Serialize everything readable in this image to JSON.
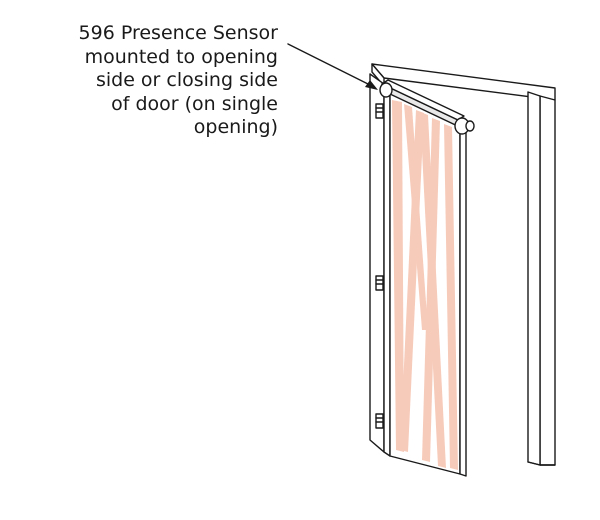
{
  "callout": {
    "lines": [
      "596 Presence Sensor",
      "mounted to opening",
      "side or closing side",
      "of door (on single",
      "opening)"
    ]
  },
  "colors": {
    "line": "#1a1a1a",
    "beam": "#f6c2ae",
    "frame_fill": "#ffffff",
    "sensor_fill": "#e9e9e9"
  },
  "icons": {
    "leader": "arrow-icon",
    "hinge": "hinge-icon"
  }
}
